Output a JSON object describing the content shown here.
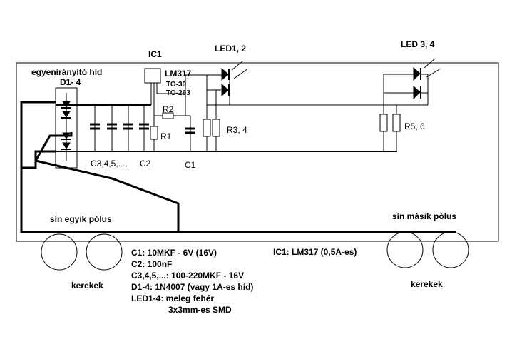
{
  "labels": {
    "ic1": "IC1",
    "lm317": "LM317",
    "to39": "TO-39",
    "to263": "TO-263",
    "led12": "LED1, 2",
    "led34": "LED 3, 4",
    "bridge": "egyenírányító híd",
    "d14": "D1- 4",
    "r2": "R2",
    "r1": "R1",
    "r34": "R3, 4",
    "r56": "R5, 6",
    "c345": "C3,4,5,....",
    "c2": "C2",
    "c1": "C1",
    "rail_left": "sín egyik pólus",
    "rail_right": "sín másik pólus",
    "wheels_left": "kerekek",
    "wheels_right": "kerekek"
  },
  "parts_list": [
    "C1: 10MKF - 6V (16V)",
    "C2: 100nF",
    "C3,4,5,...: 100-220MKF - 16V",
    "D1-4: 1N4007 (vagy 1A-es híd)",
    "LED1-4: meleg fehér",
    "3x3mm-es SMD"
  ],
  "ic_note": "IC1: LM317 (0,5A-es)"
}
